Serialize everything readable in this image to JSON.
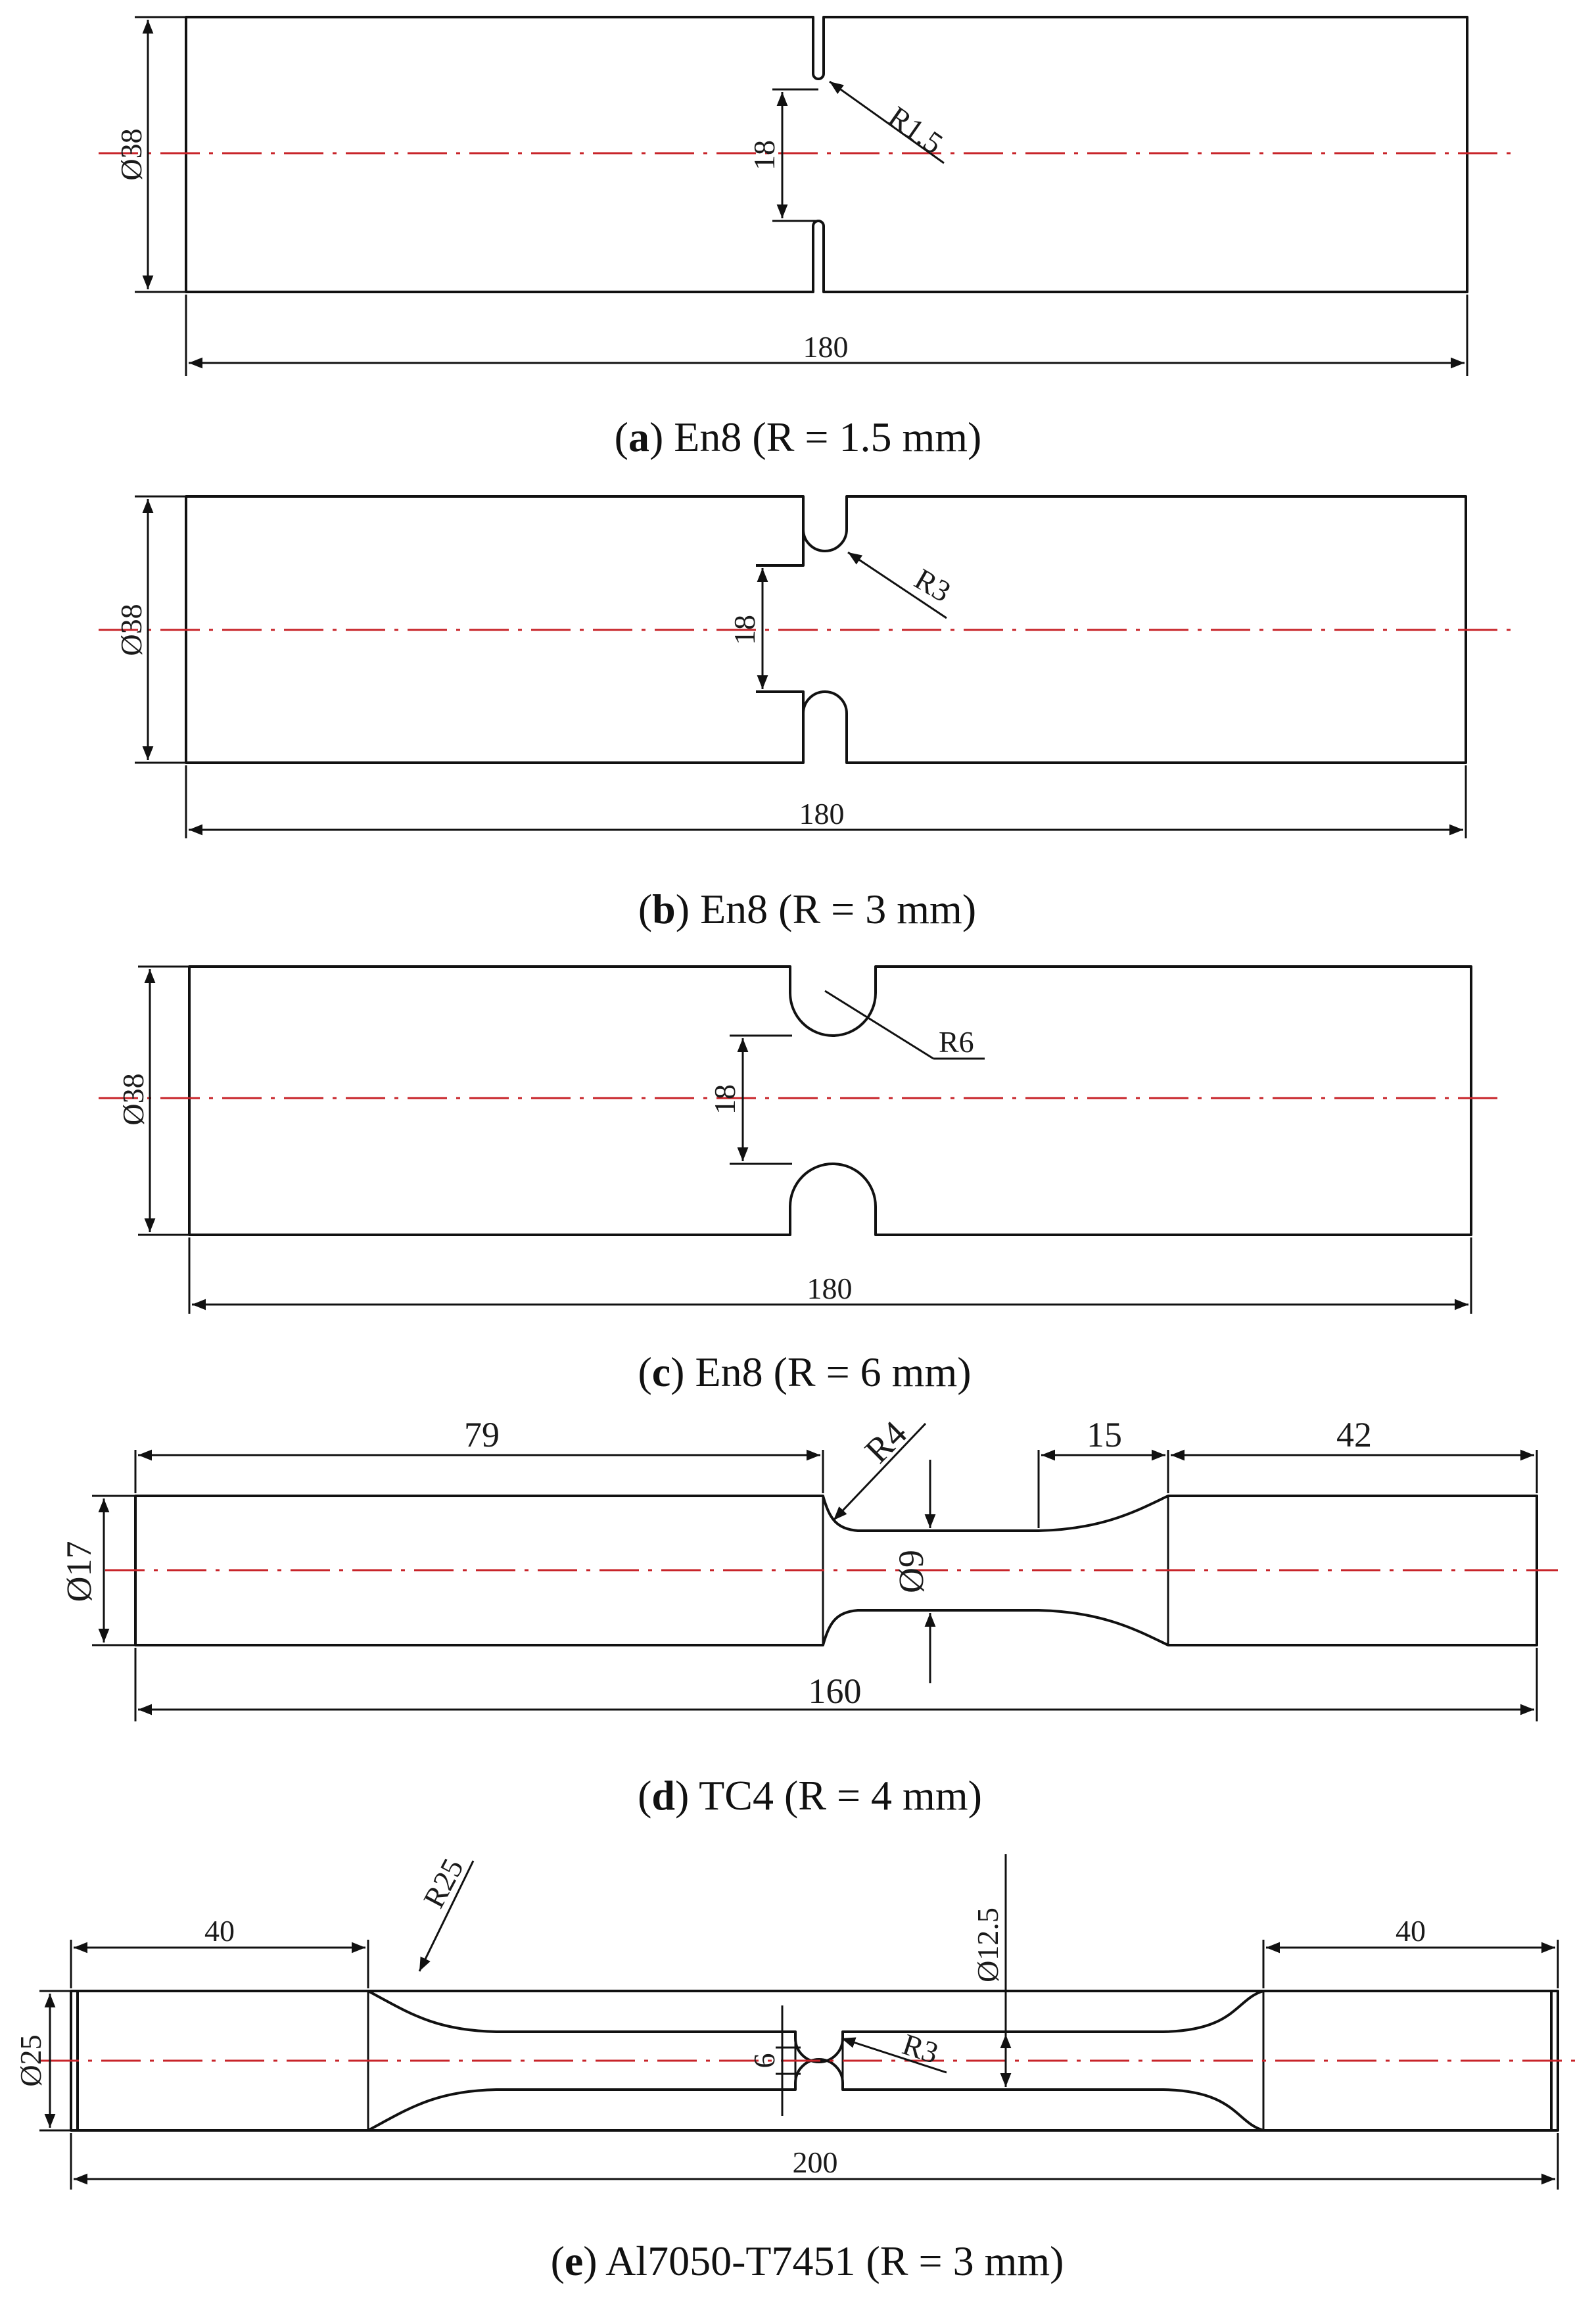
{
  "diagrams": [
    {
      "caption_letter": "a",
      "caption_text": " En8 (R = 1.5 mm)",
      "diameter_label": "Ø38",
      "neck_label": "18",
      "radius_label": "R1.5",
      "length_label": "180"
    },
    {
      "caption_letter": "b",
      "caption_text": " En8 (R = 3 mm)",
      "diameter_label": "Ø38",
      "neck_label": "18",
      "radius_label": "R3",
      "length_label": "180"
    },
    {
      "caption_letter": "c",
      "caption_text": " En8 (R = 6 mm)",
      "diameter_label": "Ø38",
      "neck_label": "18",
      "radius_label": "R6",
      "length_label": "180"
    },
    {
      "caption_letter": "d",
      "caption_text": " TC4 (R = 4 mm)",
      "diameter_label": "Ø17",
      "neck_label": "Ø9",
      "radius_label": "R4",
      "length_label": "160",
      "left_length_label": "79",
      "taper_label": "15",
      "right_length_label": "42"
    },
    {
      "caption_letter": "e",
      "caption_text": " Al7050-T7451 (R = 3 mm)",
      "diameter_label": "Ø25",
      "gauge_label": "Ø12.5",
      "neck_label": "6",
      "radius_label": "R3",
      "fillet_label": "R25",
      "length_label": "200",
      "left_length_label": "40",
      "right_length_label": "40"
    }
  ],
  "colors": {
    "outline": "#111111",
    "centerline": "#c8242a"
  }
}
